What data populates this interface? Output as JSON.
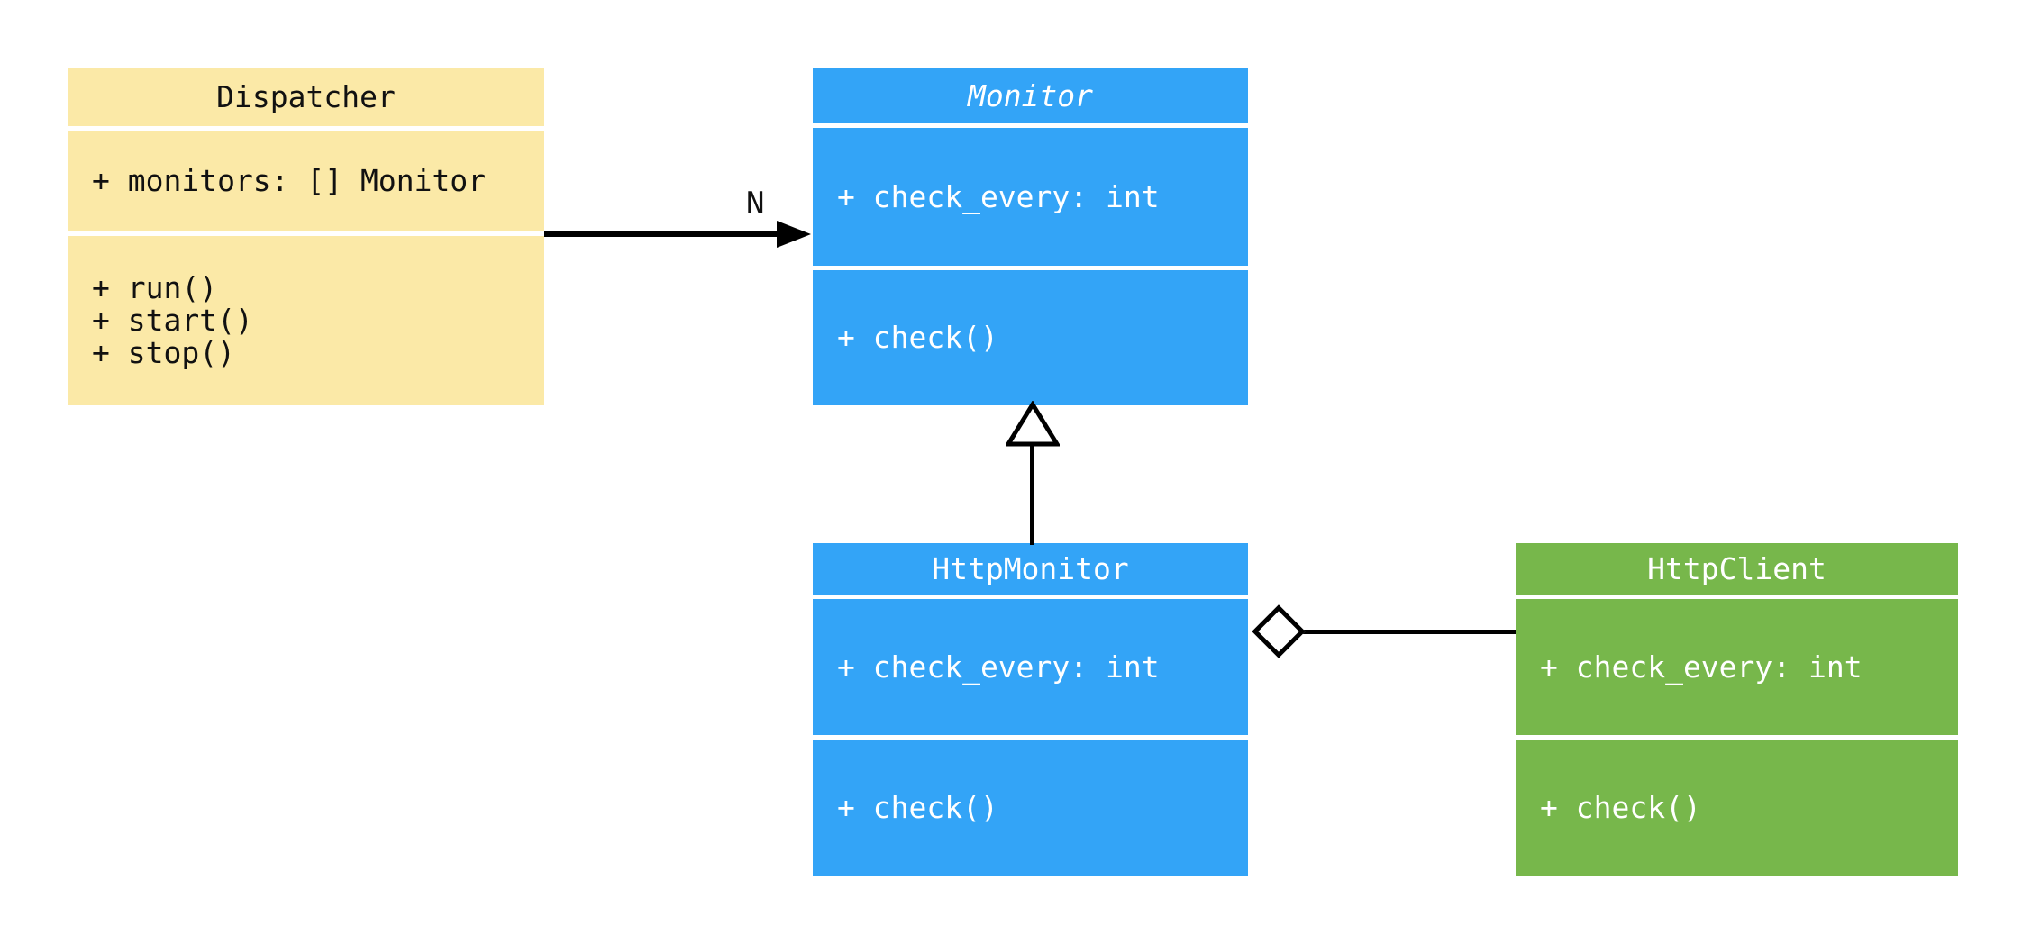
{
  "diagram": {
    "type": "uml-class-diagram",
    "background": "#ffffff"
  },
  "colors": {
    "yellow": "#FBE9A7",
    "blue": "#33A4F7",
    "green": "#77B74B",
    "line": "#000000",
    "text_dark": "#111111",
    "text_light": "#ffffff"
  },
  "classes": {
    "dispatcher": {
      "name": "Dispatcher",
      "abstract": false,
      "attributes": [
        "+ monitors: [] Monitor"
      ],
      "methods": [
        "+ run()",
        "+ start()",
        "+ stop()"
      ]
    },
    "monitor": {
      "name": "Monitor",
      "abstract": true,
      "attributes": [
        "+ check_every: int"
      ],
      "methods": [
        "+ check()"
      ]
    },
    "http_monitor": {
      "name": "HttpMonitor",
      "abstract": false,
      "attributes": [
        "+ check_every: int"
      ],
      "methods": [
        "+ check()"
      ]
    },
    "http_client": {
      "name": "HttpClient",
      "abstract": false,
      "attributes": [
        "+ check_every: int"
      ],
      "methods": [
        "+ check()"
      ]
    }
  },
  "relations": {
    "dispatcher_to_monitor": {
      "type": "directed-association",
      "from": "Dispatcher",
      "to": "Monitor",
      "multiplicity_label": "N"
    },
    "httpmonitor_to_monitor": {
      "type": "generalization",
      "from": "HttpMonitor",
      "to": "Monitor"
    },
    "httpmonitor_to_httpclient": {
      "type": "aggregation",
      "from": "HttpMonitor",
      "to": "HttpClient"
    }
  }
}
